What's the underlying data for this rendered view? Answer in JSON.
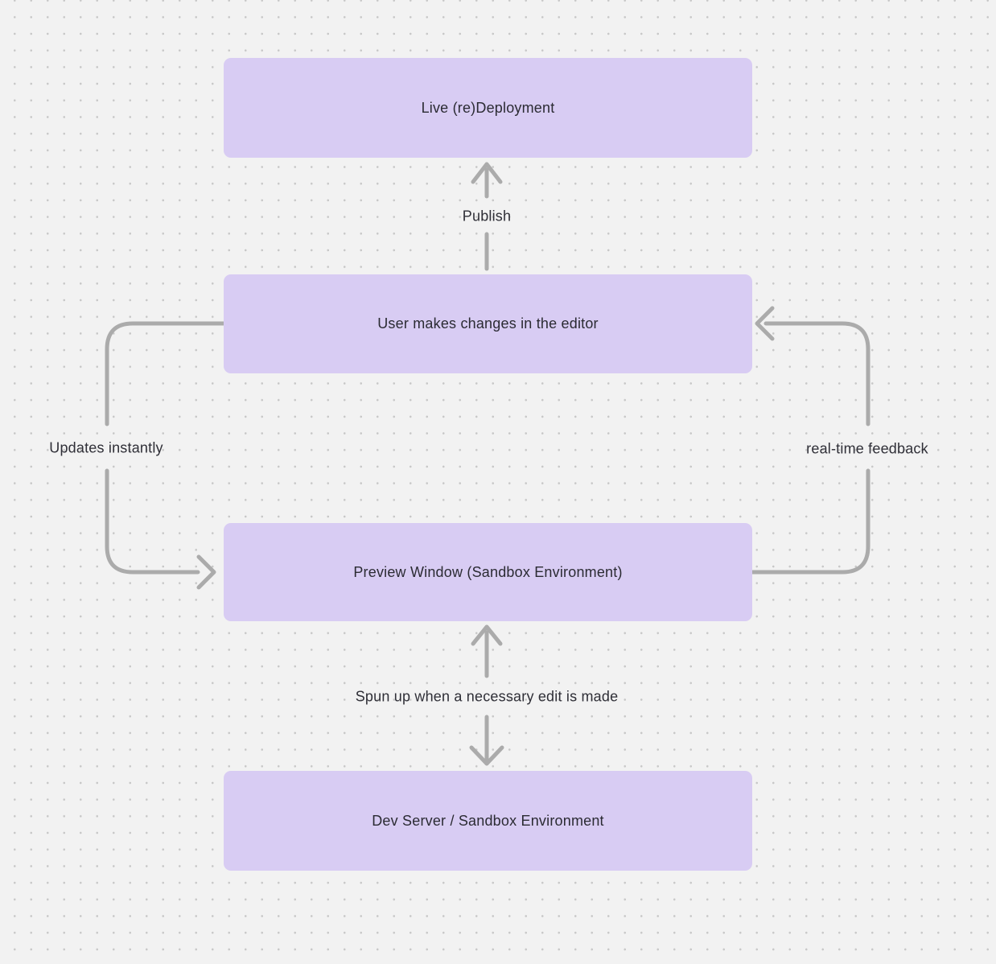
{
  "diagram": {
    "colors": {
      "background": "#f2f2f2",
      "dot_grid": "#c7c7c7",
      "node_fill": "#d8ccf3",
      "node_text": "#2b2b33",
      "edge_label_text": "#2f2f37",
      "arrow": "#ababab"
    },
    "nodes": [
      {
        "id": "live-redeployment",
        "label": "Live (re)Deployment"
      },
      {
        "id": "user-editor",
        "label": "User makes changes in the editor"
      },
      {
        "id": "preview-window",
        "label": "Preview Window (Sandbox Environment)"
      },
      {
        "id": "dev-server",
        "label": "Dev Server / Sandbox Environment"
      }
    ],
    "edges": [
      {
        "id": "publish",
        "from": "user-editor",
        "to": "live-redeployment",
        "direction": "up",
        "label": "Publish"
      },
      {
        "id": "updates-instantly",
        "from": "user-editor",
        "to": "preview-window",
        "direction": "left-loop",
        "label": "Updates instantly"
      },
      {
        "id": "real-time-feedback",
        "from": "preview-window",
        "to": "user-editor",
        "direction": "right-loop",
        "label": "real-time feedback"
      },
      {
        "id": "spun-up",
        "from": "preview-window",
        "to": "dev-server",
        "direction": "bidirectional",
        "label": "Spun up when a necessary edit is made"
      }
    ]
  }
}
